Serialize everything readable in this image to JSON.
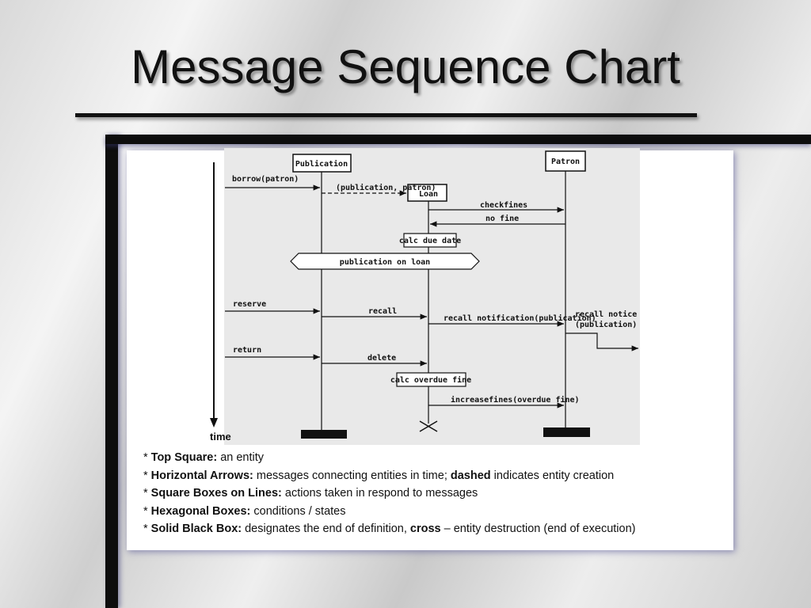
{
  "slide": {
    "title": "Message Sequence Chart"
  },
  "diagram": {
    "entities": [
      "Publication",
      "Patron",
      "Loan"
    ],
    "messages": [
      {
        "label": "borrow(patron)"
      },
      {
        "label": "(publication, patron)"
      },
      {
        "label": "checkfines"
      },
      {
        "label": "no fine"
      },
      {
        "label": "reserve"
      },
      {
        "label": "recall"
      },
      {
        "label": "recall notification(publication)"
      },
      {
        "label": "return"
      },
      {
        "label": "delete"
      },
      {
        "label": "increasefines(overdue fine)"
      }
    ],
    "actions": [
      "calc due date",
      "calc overdue fine"
    ],
    "conditions": [
      "publication on loan"
    ],
    "notes": [
      "recall notice",
      "(publication)"
    ],
    "time_label": "time"
  },
  "legend": [
    {
      "prefix": "* ",
      "term": "Top Square:",
      "text": " an entity"
    },
    {
      "prefix": "* ",
      "term": "Horizontal Arrows:",
      "text": " messages connecting entities in time; ",
      "term2": "dashed",
      "text2": " indicates entity creation"
    },
    {
      "prefix": "* ",
      "term": "Square Boxes on Lines:",
      "text": " actions taken in respond to messages"
    },
    {
      "prefix": "* ",
      "term": "Hexagonal Boxes:",
      "text": " conditions / states"
    },
    {
      "prefix": "* ",
      "term": "Solid Black Box:",
      "text": " designates the end of definition, ",
      "term2": "cross",
      "text2": " – entity destruction (end of execution)"
    }
  ]
}
